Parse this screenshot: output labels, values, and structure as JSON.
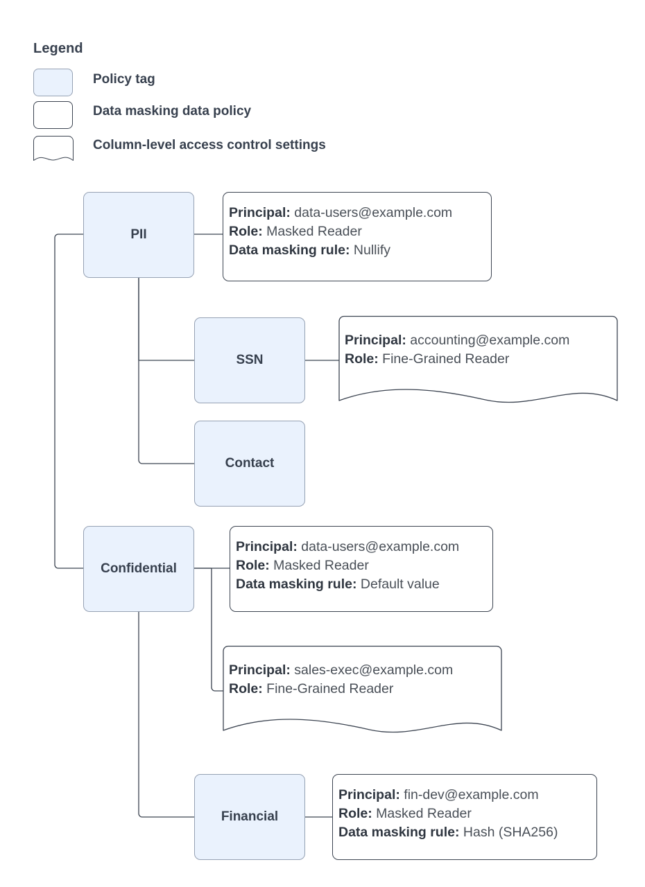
{
  "legend": {
    "title": "Legend",
    "items": [
      {
        "label": "Policy tag",
        "shape": "rounded-rect-filled",
        "fill": "#eaf2fd"
      },
      {
        "label": "Data masking data policy",
        "shape": "rounded-rect",
        "fill": "#ffffff"
      },
      {
        "label": "Column-level access control settings",
        "shape": "document-wave",
        "fill": "#ffffff"
      }
    ]
  },
  "colors": {
    "tag_fill": "#eaf2fd",
    "tag_border": "#95a1b3",
    "box_border": "#3b4350",
    "text": "#37404e",
    "value_text": "#494f57",
    "connector": "#3b4350",
    "background": "#ffffff"
  },
  "nodes": [
    {
      "id": "pii",
      "label": "PII",
      "level": 1
    },
    {
      "id": "ssn",
      "label": "SSN",
      "level": 2
    },
    {
      "id": "contact",
      "label": "Contact",
      "level": 2
    },
    {
      "id": "confidential",
      "label": "Confidential",
      "level": 1
    },
    {
      "id": "financial",
      "label": "Financial",
      "level": 2
    }
  ],
  "annotations": [
    {
      "id": "pii-masking",
      "attached_to": "pii",
      "shape": "rounded-rect",
      "lines": [
        {
          "key": "Principal:",
          "value": "data-users@example.com"
        },
        {
          "key": "Role:",
          "value": "Masked Reader"
        },
        {
          "key": "Data masking rule:",
          "value": "Nullify"
        }
      ]
    },
    {
      "id": "ssn-access",
      "attached_to": "ssn",
      "shape": "document-wave",
      "lines": [
        {
          "key": "Principal:",
          "value": "accounting@example.com"
        },
        {
          "key": "Role:",
          "value": "Fine-Grained Reader"
        }
      ]
    },
    {
      "id": "confidential-masking",
      "attached_to": "confidential",
      "shape": "rounded-rect",
      "lines": [
        {
          "key": "Principal:",
          "value": "data-users@example.com"
        },
        {
          "key": "Role:",
          "value": "Masked Reader"
        },
        {
          "key": "Data masking rule:",
          "value": "Default value"
        }
      ]
    },
    {
      "id": "confidential-access",
      "attached_to": "confidential",
      "shape": "document-wave",
      "lines": [
        {
          "key": "Principal:",
          "value": "sales-exec@example.com"
        },
        {
          "key": "Role:",
          "value": "Fine-Grained Reader"
        }
      ]
    },
    {
      "id": "financial-masking",
      "attached_to": "financial",
      "shape": "rounded-rect",
      "lines": [
        {
          "key": "Principal:",
          "value": "fin-dev@example.com"
        },
        {
          "key": "Role:",
          "value": "Masked Reader"
        },
        {
          "key": "Data masking rule:",
          "value": "Hash (SHA256)"
        }
      ]
    }
  ]
}
